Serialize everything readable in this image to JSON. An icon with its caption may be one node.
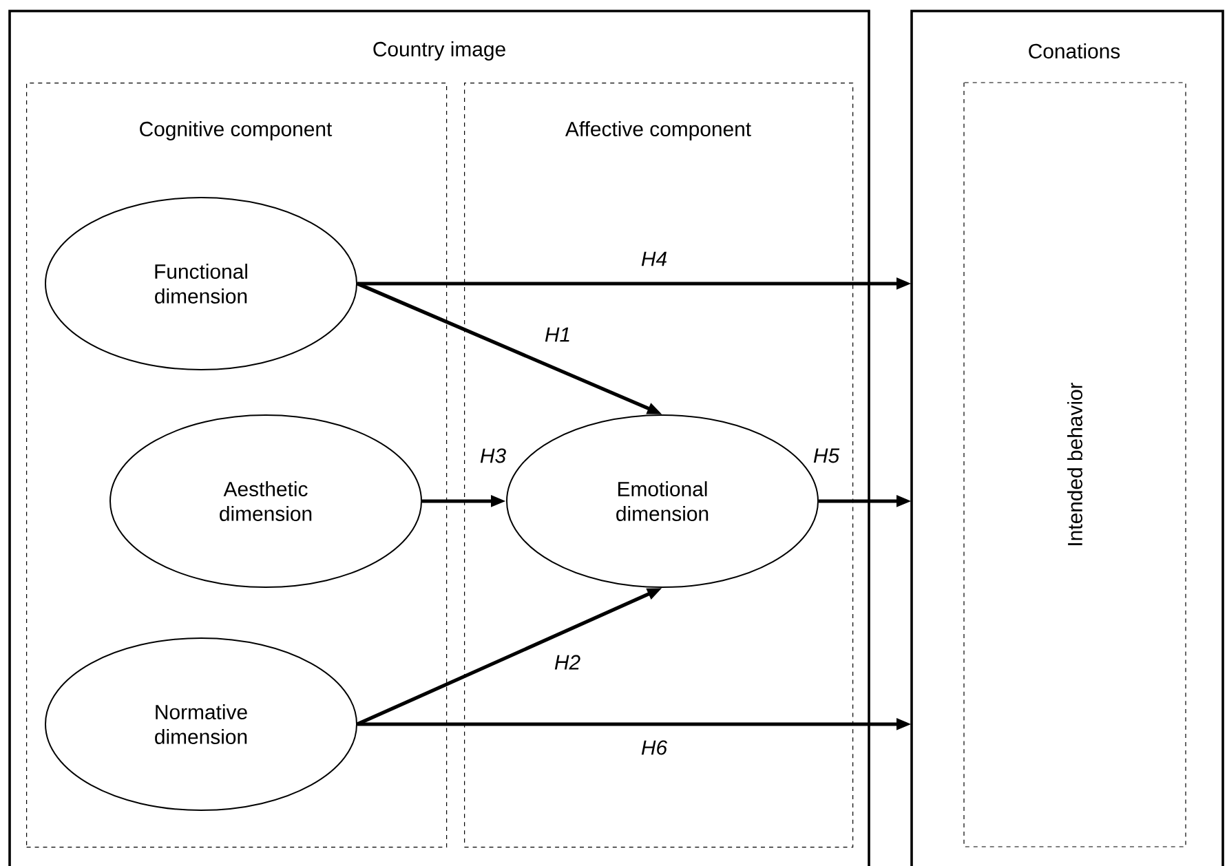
{
  "diagram": {
    "nodes": [
      {
        "text": [
          "Country image"
        ]
      },
      {
        "text": [
          "Cognitive component"
        ],
        "in": 0
      },
      {
        "text": [
          "Affective component"
        ],
        "in": 0
      },
      {
        "text": [
          "Functional dimension"
        ],
        "in": 1
      },
      {
        "text": [
          "Aesthetic dimension"
        ],
        "in": 1
      },
      {
        "text": [
          "Normative dimension"
        ],
        "in": 1
      },
      {
        "text": [
          "Emotional dimension"
        ],
        "in": 2
      },
      {
        "text": [
          "Conations"
        ]
      },
      {
        "text": [
          "Intended behavior"
        ],
        "in": 7
      }
    ],
    "edges": [
      {
        "from": 3,
        "to": 7,
        "arrow": "to",
        "label": "H4"
      },
      {
        "from": 3,
        "to": 6,
        "arrow": "to",
        "label": "H1"
      },
      {
        "from": 4,
        "to": 6,
        "arrow": "to",
        "label": "H3"
      },
      {
        "from": 6,
        "to": 7,
        "arrow": "to",
        "label": "H5"
      },
      {
        "from": 5,
        "to": 6,
        "arrow": "to",
        "label": "H2"
      },
      {
        "from": 5,
        "to": 7,
        "arrow": "to",
        "label": "H6"
      }
    ]
  }
}
